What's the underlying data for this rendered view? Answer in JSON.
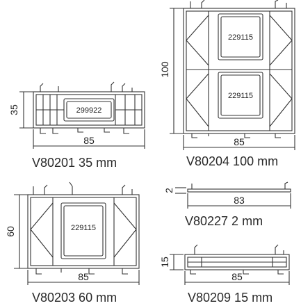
{
  "profiles": [
    {
      "id": "p1",
      "caption": "V80201 35 mm",
      "width_label": "85",
      "height_label": "35",
      "insert_code": "299922"
    },
    {
      "id": "p2",
      "caption": "V80204 100 mm",
      "width_label": "85",
      "height_label": "100",
      "insert_codes": [
        "229115",
        "229115"
      ]
    },
    {
      "id": "p3",
      "caption": "V80203 60 mm",
      "width_label": "85",
      "height_label": "60",
      "insert_code": "229115"
    },
    {
      "id": "p4",
      "caption": "V80227 2 mm",
      "width_label": "83",
      "height_label": "2"
    },
    {
      "id": "p5",
      "caption": "V80209 15 mm",
      "width_label": "85",
      "height_label": "15"
    }
  ],
  "colors": {
    "line": "#333333",
    "background": "#ffffff"
  }
}
